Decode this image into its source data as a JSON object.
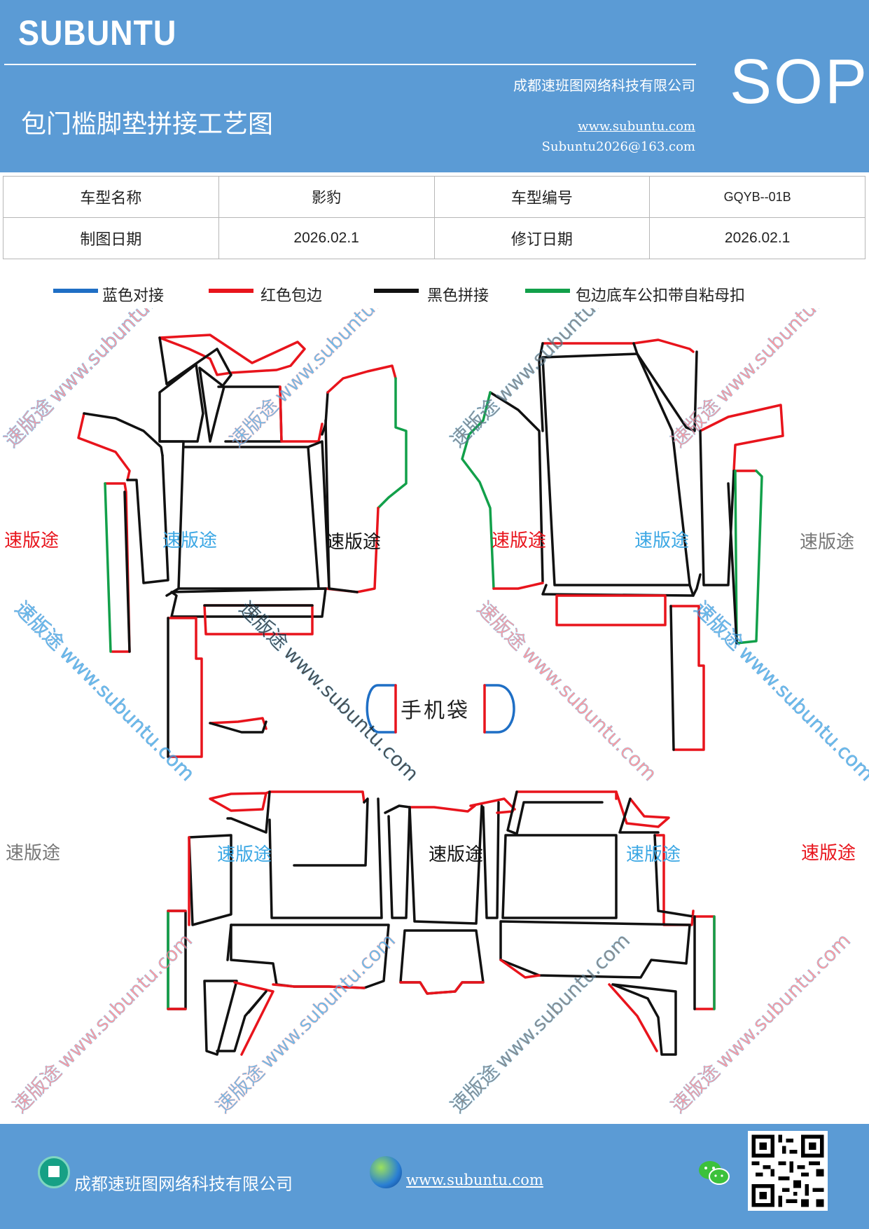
{
  "header": {
    "brand": "SUBUNTU",
    "company": "成都速班图网络科技有限公司",
    "title": "包门槛脚垫拼接工艺图",
    "url": "www.subuntu.com",
    "email": "Subuntu2026@163.com",
    "badge": "SOP"
  },
  "info_table": {
    "row1": [
      "车型名称",
      "影豹",
      "车型编号",
      "GQYB--01B"
    ],
    "row2": [
      "制图日期",
      "2026.02.1",
      "修订日期",
      "2026.02.1"
    ]
  },
  "legend": [
    {
      "label": "蓝色对接",
      "color": "#1f6fc5"
    },
    {
      "label": "红色包边",
      "color": "#e8141c"
    },
    {
      "label": "黑色拼接",
      "color": "#111111"
    },
    {
      "label": "包边底车公扣带自粘母扣",
      "color": "#12a04a"
    }
  ],
  "labels": {
    "brand_mark": "速版途",
    "phone_bag": "手机袋",
    "watermark_url": "www.subuntu.com"
  },
  "footer": {
    "company": "成都速班图网络科技有限公司",
    "url": "www.subuntu.com"
  },
  "icons": [
    "home-icon",
    "globe-icon",
    "wechat-icon",
    "qr-code"
  ]
}
